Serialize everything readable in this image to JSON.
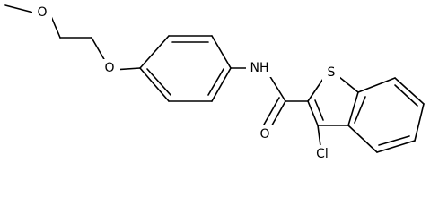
{
  "atoms": {
    "o_ether_methyl": "O",
    "o_ether_aryl": "O",
    "nh": "NH",
    "s": "S",
    "o_carbonyl": "O",
    "cl": "Cl"
  },
  "colors": {
    "bond": "#000000",
    "label": "#000000",
    "background": "#ffffff"
  }
}
